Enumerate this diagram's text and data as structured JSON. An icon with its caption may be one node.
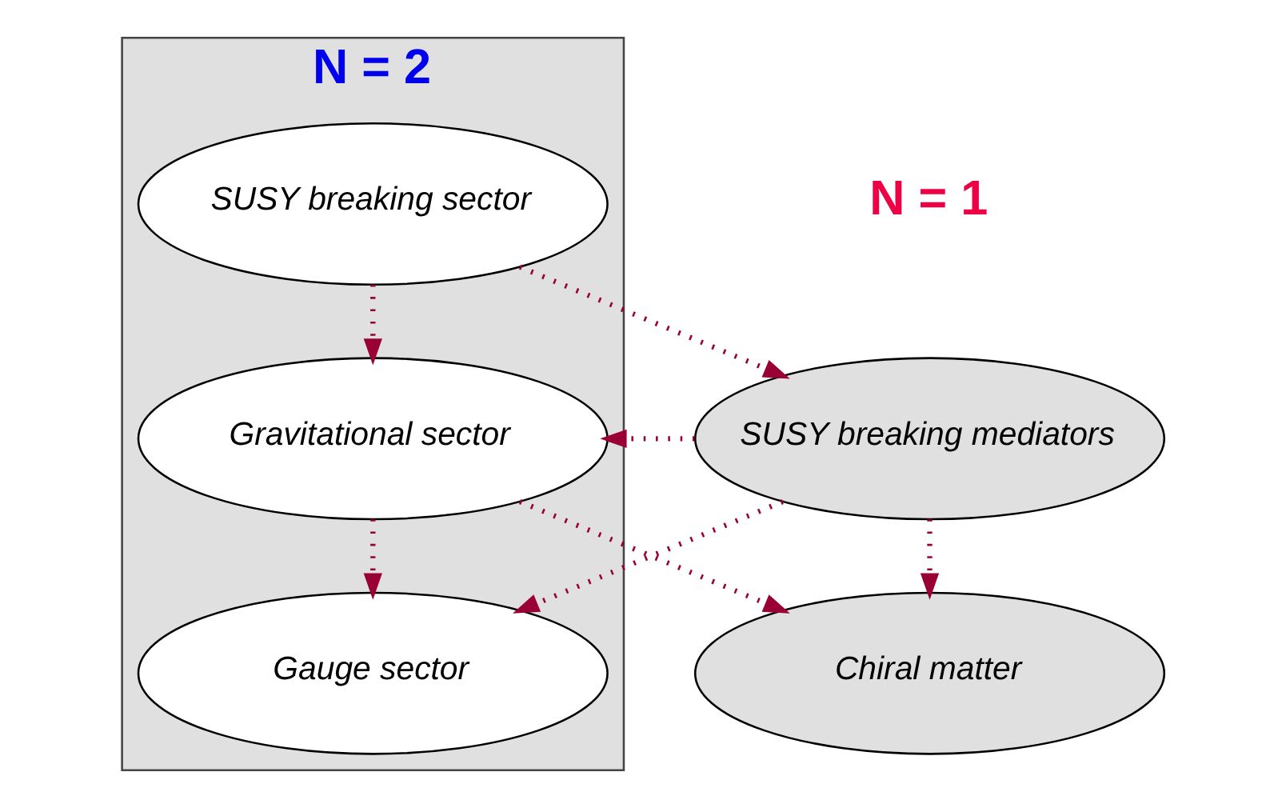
{
  "diagram": {
    "nodes": [
      {
        "text": [
          "N = 2"
        ]
      },
      {
        "text": [
          "SUSY breaking sector"
        ],
        "in": 0
      },
      {
        "text": [
          "Gravitational sector"
        ],
        "in": 0
      },
      {
        "text": [
          "Gauge sector"
        ],
        "in": 0
      },
      {
        "text": [
          "SUSY breaking mediators"
        ]
      },
      {
        "text": [
          "Chiral matter"
        ]
      }
    ],
    "edges": [
      {
        "from": 1,
        "to": 4,
        "arrow": "to"
      },
      {
        "from": 1,
        "to": 2,
        "arrow": "to"
      },
      {
        "from": 4,
        "to": 2,
        "arrow": "to"
      },
      {
        "from": 2,
        "to": 3,
        "arrow": "to"
      },
      {
        "from": 4,
        "to": 3,
        "arrow": "to"
      },
      {
        "from": 2,
        "to": 5,
        "arrow": "to"
      },
      {
        "from": 4,
        "to": 5,
        "arrow": "to"
      }
    ],
    "labels": [
      "N = 1"
    ]
  }
}
